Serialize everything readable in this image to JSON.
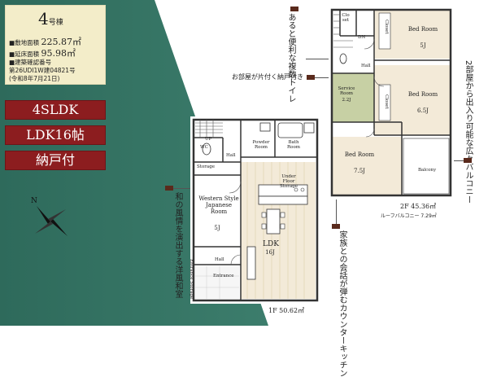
{
  "lot": {
    "number": "4",
    "suffix": "号棟"
  },
  "info": {
    "site_area_label": "■敷地面積",
    "site_area": "225.87㎡",
    "floor_area_label": "■延床面積",
    "floor_area": "95.98㎡",
    "cert_label": "■建築確認番号",
    "cert_number": "第26UDI1W建04821号",
    "cert_date": "(令和8年7月21日)"
  },
  "badges": [
    "4SLDK",
    "LDK16帖",
    "納戸付"
  ],
  "callouts": {
    "toilet": "あると便利な複数トイレ",
    "storage": "お部屋が片付く納戸付き",
    "balcony": "2部屋から出入り可能な広々バルコニー",
    "washitsu": "和の風情を演出する洋風和室",
    "kitchen": "家族との会話が弾むカウンターキッチン"
  },
  "rooms_1f": {
    "up": "UP",
    "powder": "Powder Room",
    "bath": "Bath Room",
    "wc": "WC",
    "hall": "Hall",
    "storage": "Storage",
    "western": "Western Style Japanese Room",
    "western_size": "5J",
    "ldk": "LDK",
    "ldk_size": "16J",
    "hall2": "Hall",
    "entrance": "Entrance",
    "entrance_storage": "Entrance Storage",
    "under_floor": "Under Floor Storage"
  },
  "rooms_2f": {
    "closet1": "Clo set",
    "dn": "DN",
    "closet2": "Closet",
    "bed1": "Bed Room",
    "bed1_size": "5J",
    "hall": "Hall",
    "service": "Service Room",
    "service_size": "2.2J",
    "closet3": "Closet",
    "bed2": "Bed Room",
    "bed2_size": "6.5J",
    "bed3": "Bed Room",
    "bed3_size": "7.5J",
    "balcony": "Balcony"
  },
  "areas": {
    "f1": "1F 50.62㎡",
    "f2": "2F 45.36㎡",
    "roof": "ルーフバルコニー 7.29㎡"
  },
  "colors": {
    "accent": "#8c1d1f",
    "green": "#2f6b5c",
    "wood": "#c7b48a",
    "service": "#c7d0a4",
    "info_bg": "#f3edc9"
  },
  "compass": {
    "label": "N"
  }
}
